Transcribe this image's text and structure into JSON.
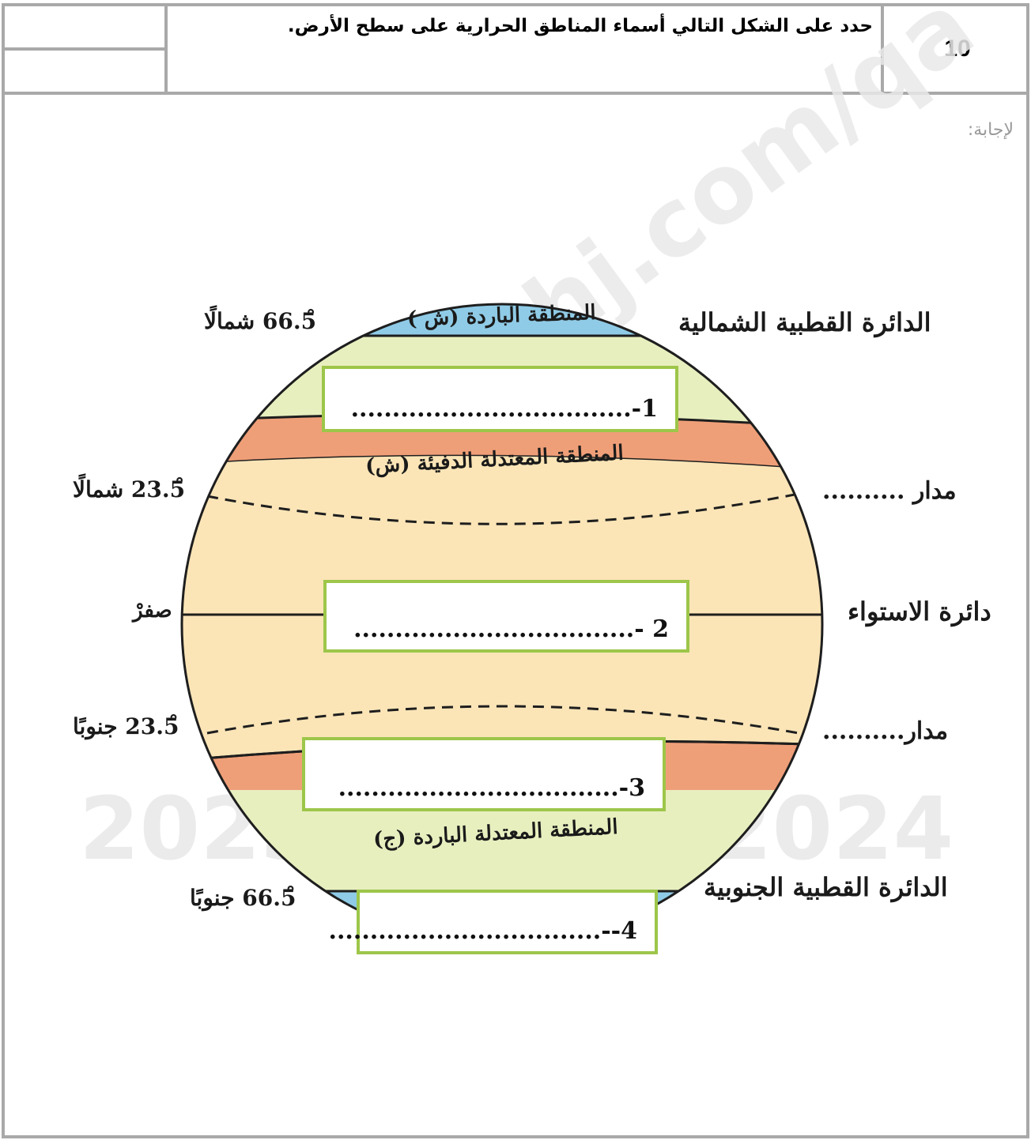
{
  "question": {
    "number": "10",
    "text": "حدد على الشكل التالي أسماء المناطق الحرارية على سطح الأرض."
  },
  "answer_label": "لإجابة:",
  "watermark": {
    "site": "Almanahj.com/qa",
    "year_left": "2023",
    "year_right": "2024"
  },
  "zones": {
    "north_frigid": "المنطقة الباردة (ش )",
    "north_temperate": "المنطقة المعتدلة الدفيئة (ش)",
    "south_temperate": "المنطقة المعتدلة الباردة (ج)"
  },
  "right_labels": {
    "arctic_circle": "الدائرة القطبية الشمالية",
    "tropic_north": "مدار ..........",
    "equator": "دائرة الاستواء",
    "tropic_south": "مدار..........",
    "antarctic_circle": "الدائرة القطبية الجنوبية"
  },
  "left_labels": {
    "lat_66_n": "66.5̊ شمالًا",
    "lat_23_n": "23.5̊ شمالًا",
    "lat_0": "صفرْ",
    "lat_23_s": "23.5̊ جنوبًا",
    "lat_66_s": "66.5̊ جنوبًا"
  },
  "answer_boxes": [
    {
      "text": "1-.................................."
    },
    {
      "text": "2 -.................................."
    },
    {
      "text": "3-.................................."
    },
    {
      "text": "4--................................."
    }
  ],
  "colors": {
    "polar": "#8fcbe6",
    "cold_temperate": "#e8efbf",
    "warm_band": "#ef9f78",
    "tropical": "#fbe5b7",
    "box_border": "#9dc64a",
    "grid": "#a9a9a9"
  }
}
